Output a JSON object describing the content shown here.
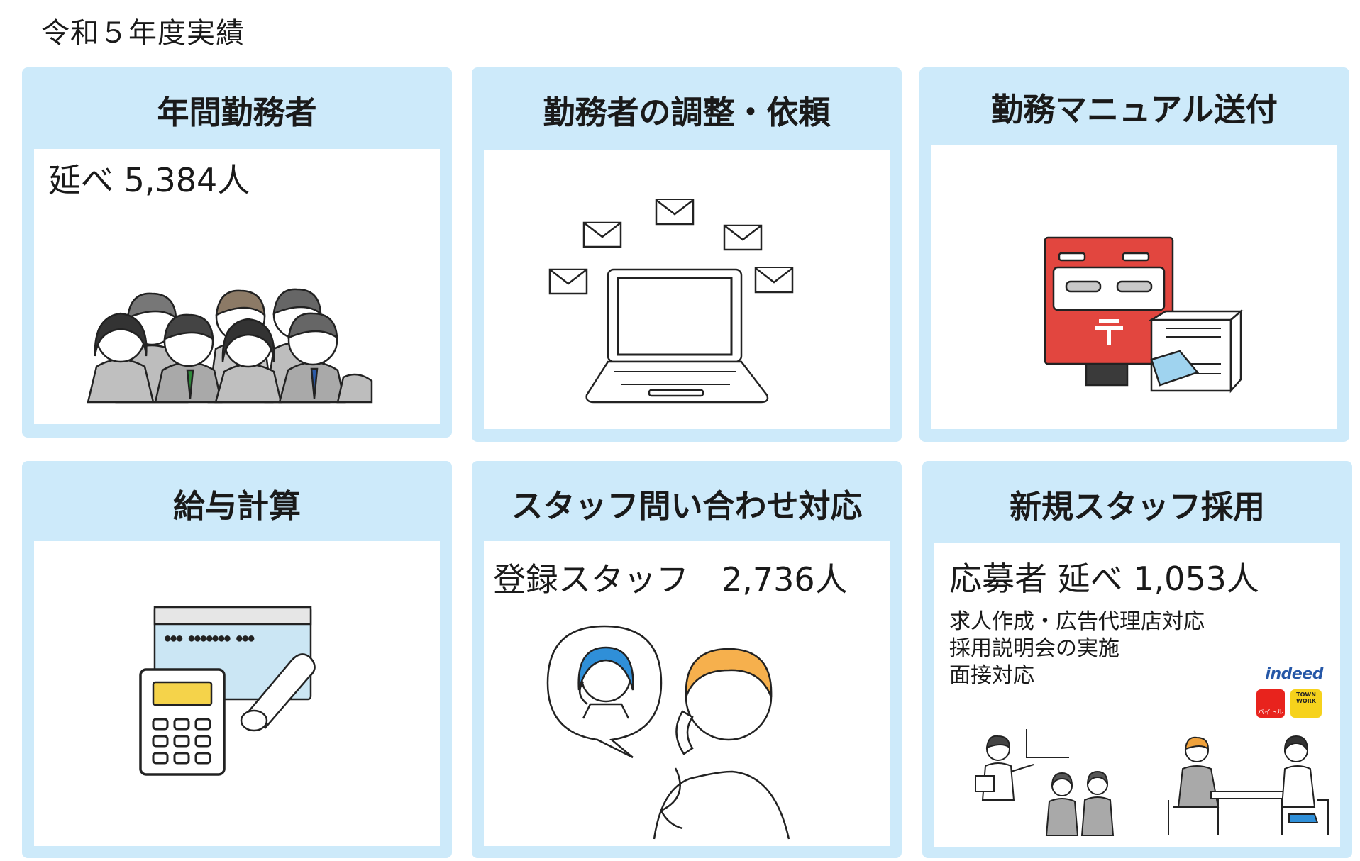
{
  "page_title": "令和５年度実績",
  "cards": [
    {
      "title": "年間勤務者",
      "stat": "延べ 5,384人",
      "illustration": "office-workers-group"
    },
    {
      "title": "勤務者の調整・依頼",
      "illustration": "laptop-with-mail"
    },
    {
      "title": "勤務マニュアル送付",
      "illustration": "postbox-with-documents"
    },
    {
      "title": "給与計算",
      "illustration": "calculator-and-bankbook"
    },
    {
      "title": "スタッフ問い合わせ対応",
      "stat": "登録スタッフ　2,736人",
      "illustration": "phone-call"
    },
    {
      "title": "新規スタッフ採用",
      "stat": "応募者 延べ 1,053人",
      "tasks": [
        "求人作成・広告代理店対応",
        "採用説明会の実施",
        "面接対応"
      ],
      "logos": {
        "indeed": "indeed",
        "baitoru": "バイトル",
        "townwork": "TOWN WORK"
      },
      "illustration": "recruiting-seminar-and-interview"
    }
  ],
  "colors": {
    "card_bg": "#cdeafa",
    "panel_bg": "#ffffff",
    "indeed_blue": "#2557a7",
    "postbox_red": "#e2463f"
  }
}
